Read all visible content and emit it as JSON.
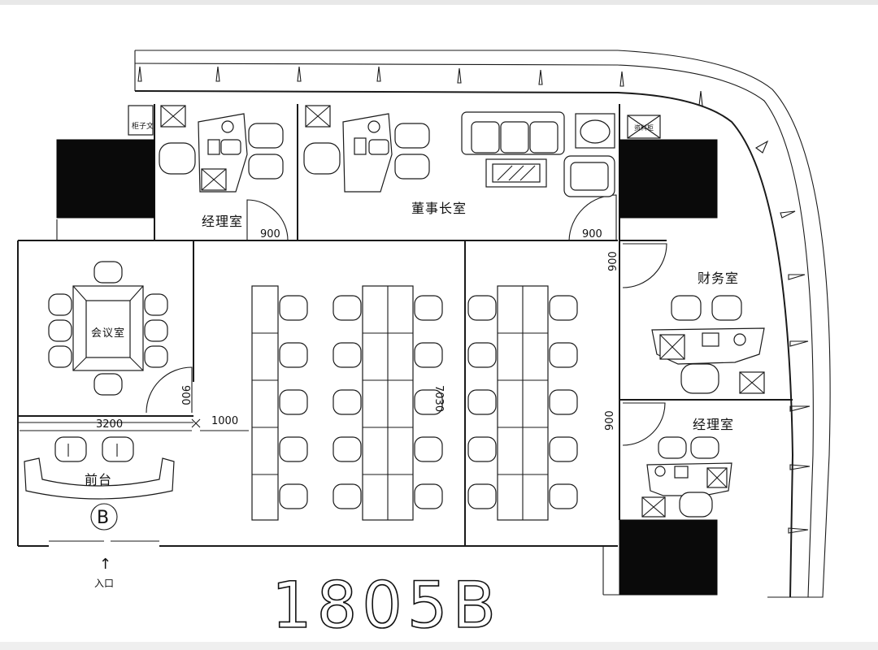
{
  "rooms": {
    "manager_room_top": "经理室",
    "chairman_room": "董事长室",
    "finance_room": "财务室",
    "meeting_room": "会议室",
    "reception": "前台",
    "manager_room_right": "经理室"
  },
  "dimensions": {
    "door_manager": "900",
    "door_chairman": "900",
    "door_finance": "900",
    "door_manager_right": "900",
    "door_meeting": "900",
    "reception_width": "3200",
    "corridor_width": "1000",
    "office_depth": "7030"
  },
  "entrance": {
    "arrow": "↑",
    "label": "入口"
  },
  "marker": "B",
  "cabinet_label": "柜子文",
  "cabinet_label_right": "资料柜",
  "unit_title": "1805B"
}
